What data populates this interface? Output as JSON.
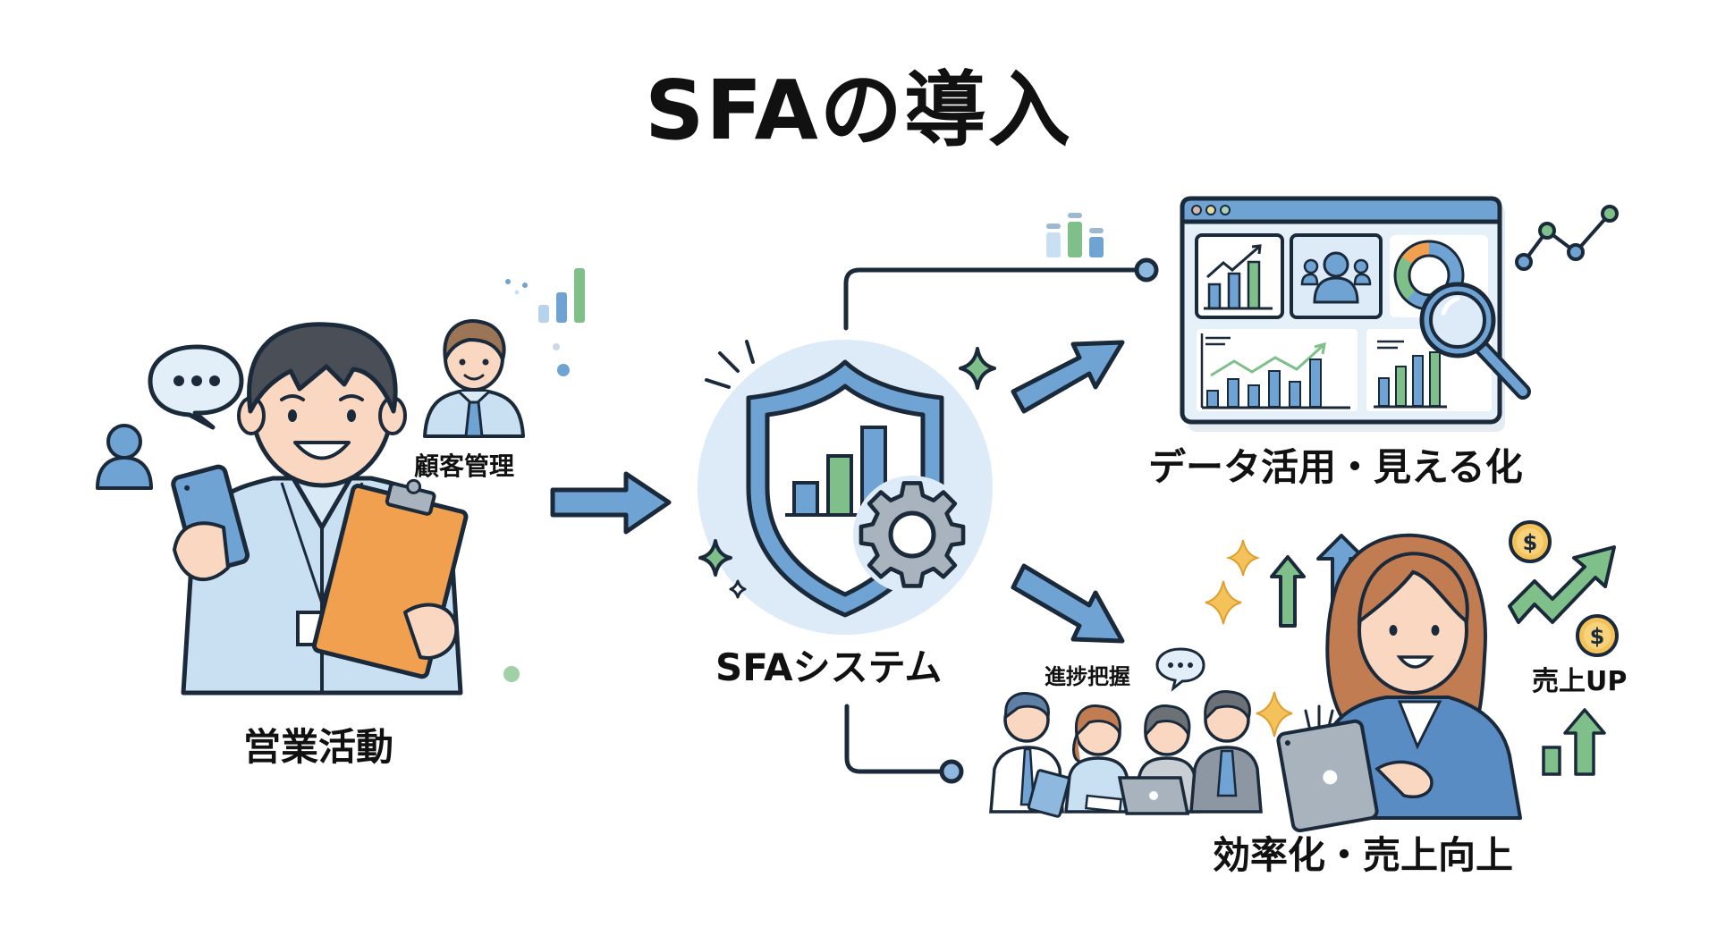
{
  "title": "SFAの導入",
  "colors": {
    "ink": "#1b2a3a",
    "blue": "#6fa3d4",
    "blue_light": "#c9e0f2",
    "blue_pale": "#e3eff8",
    "green": "#7fc08a",
    "orange": "#f0a04e",
    "gold": "#f4c25a",
    "gray": "#a8b3bd",
    "skin": "#fad7c0",
    "hair_dark": "#4a4f57",
    "hair_brown": "#b7744c"
  },
  "sections": {
    "sales_activity": {
      "label": "営業活動",
      "customer_management_label": "顧客管理",
      "icons": [
        "speech-bubble-icon",
        "user-icon",
        "smartphone-icon",
        "clipboard-icon",
        "client-avatar-icon",
        "bar-chart-icon"
      ]
    },
    "sfa_system": {
      "label": "SFAシステム",
      "icons": [
        "shield-icon",
        "bar-chart-icon",
        "gear-icon",
        "sparkle-icon"
      ]
    },
    "data_visualization": {
      "label": "データ活用・見える化",
      "icons": [
        "dashboard-window-icon",
        "trend-chart-icon",
        "team-icon",
        "donut-chart-icon",
        "magnifier-icon",
        "line-graph-icon"
      ]
    },
    "efficiency_sales": {
      "label": "効率化・売上向上",
      "progress_label": "進捗把握",
      "sales_up_label": "売上UP",
      "icons": [
        "team-meeting-icon",
        "woman-with-tablet-icon",
        "up-arrow-icon",
        "coin-icon",
        "growth-arrow-icon",
        "sparkle-icon"
      ]
    }
  },
  "flow": {
    "arrows": [
      {
        "from": "sales_activity",
        "to": "sfa_system"
      },
      {
        "from": "sfa_system",
        "to": "data_visualization"
      },
      {
        "from": "sfa_system",
        "to": "efficiency_sales"
      }
    ]
  }
}
